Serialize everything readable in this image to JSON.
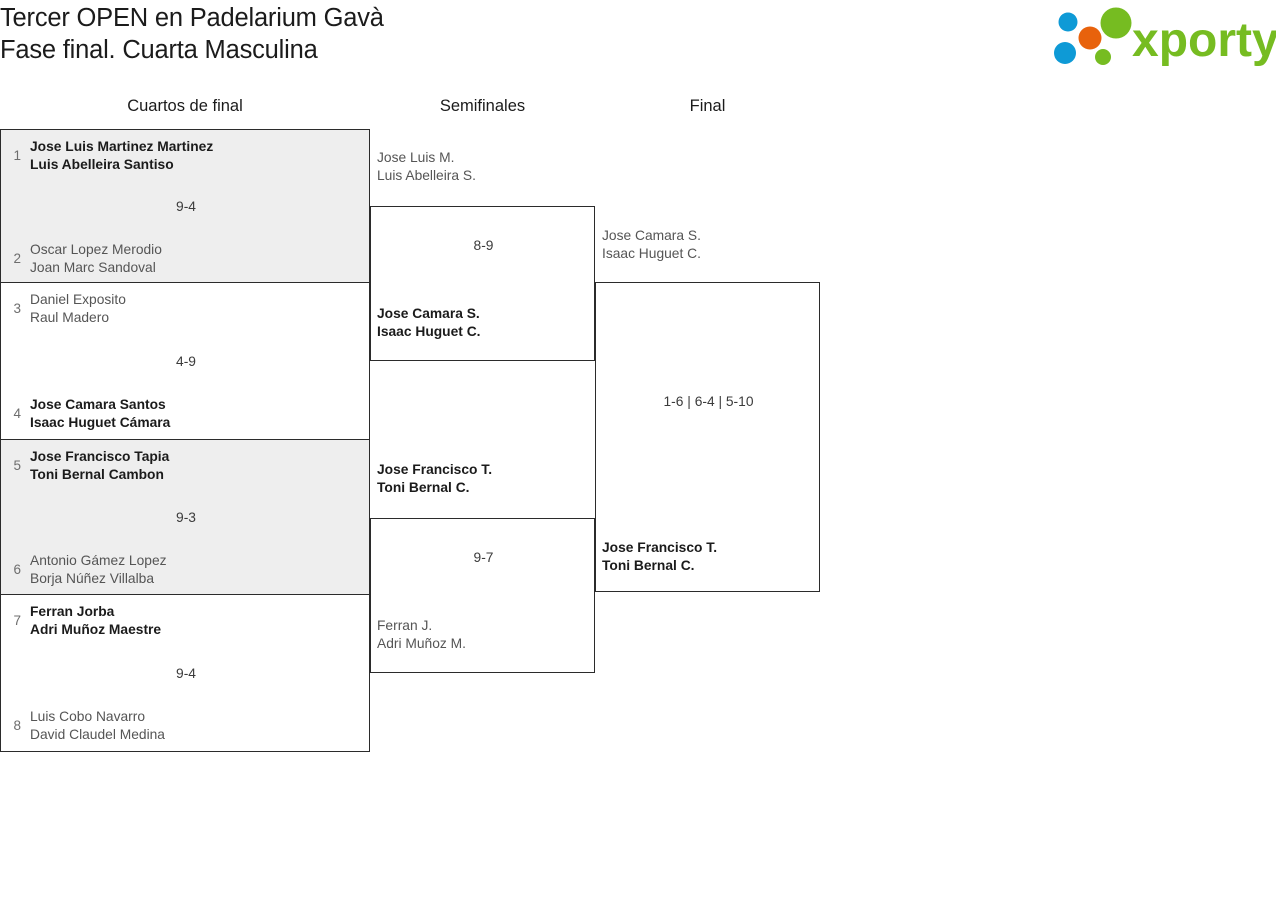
{
  "header": {
    "title_line1": "Tercer OPEN en Padelarium Gavà",
    "title_line2": "Fase final. Cuarta Masculina",
    "logo_text": "xporty",
    "logo_colors": {
      "green": "#76bc21",
      "orange": "#e8620c",
      "blue": "#0e9ad6"
    }
  },
  "rounds": [
    {
      "key": "qf",
      "label": "Cuartos de final"
    },
    {
      "key": "sf",
      "label": "Semifinales"
    },
    {
      "key": "f",
      "label": "Final"
    }
  ],
  "quarterfinals": [
    {
      "score": "9-4",
      "top": {
        "seed": "1",
        "p1": "Jose Luis Martinez Martinez",
        "p2": "Luis Abelleira Santiso",
        "result": "winner"
      },
      "bottom": {
        "seed": "2",
        "p1": "Oscar Lopez Merodio",
        "p2": "Joan Marc Sandoval",
        "result": "loser"
      }
    },
    {
      "score": "4-9",
      "top": {
        "seed": "3",
        "p1": "Daniel Exposito",
        "p2": "Raul Madero",
        "result": "loser"
      },
      "bottom": {
        "seed": "4",
        "p1": "Jose Camara Santos",
        "p2": "Isaac Huguet Cámara",
        "result": "winner"
      }
    },
    {
      "score": "9-3",
      "top": {
        "seed": "5",
        "p1": "Jose Francisco Tapia",
        "p2": "Toni Bernal Cambon",
        "result": "winner"
      },
      "bottom": {
        "seed": "6",
        "p1": "Antonio Gámez Lopez",
        "p2": "Borja Núñez Villalba",
        "result": "loser"
      }
    },
    {
      "score": "9-4",
      "top": {
        "seed": "7",
        "p1": "Ferran Jorba",
        "p2": "Adri Muñoz Maestre",
        "result": "winner"
      },
      "bottom": {
        "seed": "8",
        "p1": "Luis Cobo Navarro",
        "p2": "David Claudel Medina",
        "result": "loser"
      }
    }
  ],
  "semifinals": [
    {
      "score": "8-9",
      "top": {
        "p1": "Jose Luis M.",
        "p2": "Luis Abelleira S.",
        "result": "loser"
      },
      "bottom": {
        "p1": "Jose Camara S.",
        "p2": "Isaac Huguet C.",
        "result": "winner"
      }
    },
    {
      "score": "9-7",
      "top": {
        "p1": "Jose Francisco T.",
        "p2": "Toni Bernal C.",
        "result": "winner"
      },
      "bottom": {
        "p1": "Ferran J.",
        "p2": "Adri Muñoz M.",
        "result": "loser"
      }
    }
  ],
  "final": {
    "score": "1-6 | 6-4 | 5-10",
    "top": {
      "p1": "Jose Camara S.",
      "p2": "Isaac Huguet C.",
      "result": "loser"
    },
    "bottom": {
      "p1": "Jose Francisco T.",
      "p2": "Toni Bernal C.",
      "result": "winner"
    }
  }
}
